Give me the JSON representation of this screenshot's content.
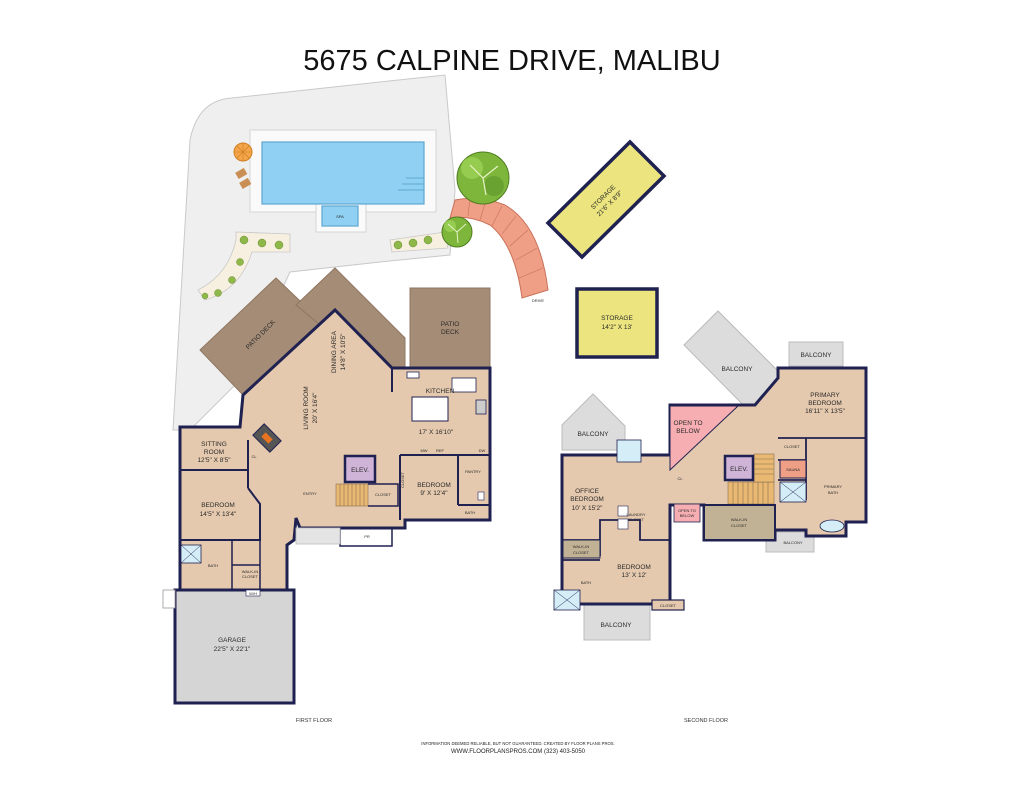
{
  "title": "5675 CALPINE DRIVE, MALIBU",
  "floors": {
    "first": "FIRST FLOOR",
    "second": "SECOND FLOOR"
  },
  "footer": {
    "disclaimer": "INFORMATION DEEMED RELIABLE, BUT NOT GUARANTEED. CREATED BY FLOOR PLANS PROS.",
    "contact": "WWW.FLOORPLANSPROS.COM  (323) 403-5050"
  },
  "exterior": {
    "spa": "SPA",
    "storage_1_name": "STORAGE",
    "storage_1_size": "21'6\" X 8'9\"",
    "storage_2_name": "STORAGE",
    "storage_2_size": "14'2\" X 13'",
    "patio_deck_1": "PATIO DECK",
    "patio_deck_2_a": "PATIO",
    "patio_deck_2_b": "DECK"
  },
  "first_floor": {
    "dining_name": "DINING AREA",
    "dining_size": "14'8\" X 10'5\"",
    "living_name": "LIVING ROOM",
    "living_size": "20' X 16'4\"",
    "kitchen_name": "KITCHEN",
    "kitchen_size": "17' X 16'10\"",
    "sitting_name_a": "SITTING",
    "sitting_name_b": "ROOM",
    "sitting_size": "12'5\" X 8'5\"",
    "bedroom1_name": "BEDROOM",
    "bedroom1_size": "14'5\" X 13'4\"",
    "bedroom2_name": "BEDROOM",
    "bedroom2_size": "9' X 12'4\"",
    "elevator": "ELEV.",
    "closet": "CLOSET",
    "closet_b": "CLOSET",
    "entry": "ENTRY",
    "pantry": "PANTRY",
    "bath": "BATH",
    "bath_small": "BATH",
    "walk_in_a": "WALK-IN",
    "walk_in_b": "CLOSET",
    "garage_name": "GARAGE",
    "garage_size": "22'5\" X 22'1\"",
    "pr": "PR",
    "cl": "CL",
    "ref": "REF",
    "mw": "MW",
    "dw": "DW",
    "wh": "W/H",
    "drive": "DRIVE"
  },
  "second_floor": {
    "balcony_1": "BALCONY",
    "balcony_2": "BALCONY",
    "balcony_3": "BALCONY",
    "balcony_4": "BALCONY",
    "balcony_5": "BALCONY",
    "primary_bed_a": "PRIMARY",
    "primary_bed_b": "BEDROOM",
    "primary_bed_size": "16'11\" X 13'5\"",
    "primary_bath_a": "PRIMARY",
    "primary_bath_b": "BATH",
    "sauna": "SAUNA",
    "closet": "CLOSET",
    "walk_in_a": "WALK-IN",
    "walk_in_b": "CLOSET",
    "walk_in2_a": "WALK-IN",
    "walk_in2_b": "CLOSET",
    "open_below_a": "OPEN TO",
    "open_below_b": "BELOW",
    "open_below_small_a": "OPEN TO",
    "open_below_small_b": "BELOW",
    "elevator": "ELEV.",
    "office_a": "OFFICE",
    "office_b": "BEDROOM",
    "office_size": "10' X 15'2\"",
    "bedroom_name": "BEDROOM",
    "bedroom_size": "13' X 12'",
    "bath": "BATH",
    "closet_small": "CLOSET",
    "cl": "CL",
    "laundry": "LAUNDRY",
    "laundry_b": "CLOSET"
  },
  "colors": {
    "room": "#e5c9ae",
    "wall": "#1f2150",
    "deck": "#a58c76",
    "pool": "#8fd0f3",
    "storage": "#ece57f",
    "balcony": "#dcdcdc",
    "open_below": "#f6aeb2",
    "elevator": "#cfb4d8",
    "walk_in": "#c2b295",
    "garage": "#d5d5d5",
    "yard": "#efefef",
    "brick": "#ee9f86"
  }
}
